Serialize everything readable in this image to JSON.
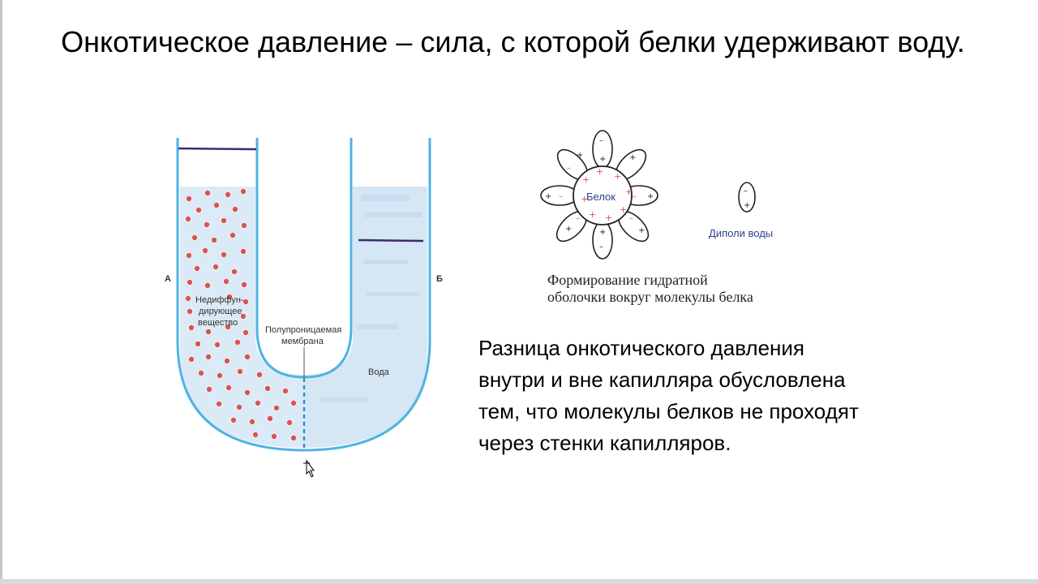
{
  "slide": {
    "title": "Онкотическое давление – сила, с которой белки удерживают воду.",
    "explanation": "Разница онкотического давления внутри и вне капилляра обусловлена тем, что молекулы белков не проходят через стенки капилляров."
  },
  "tube_diagram": {
    "side_left": "А",
    "side_right": "Б",
    "substance_line1": "Недиффун-",
    "substance_line2": "дирующее",
    "substance_line3": "вещество",
    "membrane_line1": "Полупроницаемая",
    "membrane_line2": "мембрана",
    "water": "Вода"
  },
  "hydration_diagram": {
    "protein": "Белок",
    "dipoles": "Диполи воды",
    "caption_line1": "Формирование гидратной",
    "caption_line2": "оболочки вокруг молекулы белка"
  },
  "colors": {
    "tube_wall": "#4fb3e3",
    "liquid": "#dbeaf7",
    "particle": "#d9534f",
    "ink": "#3d2a6e",
    "ellipse_stroke": "#222222"
  }
}
